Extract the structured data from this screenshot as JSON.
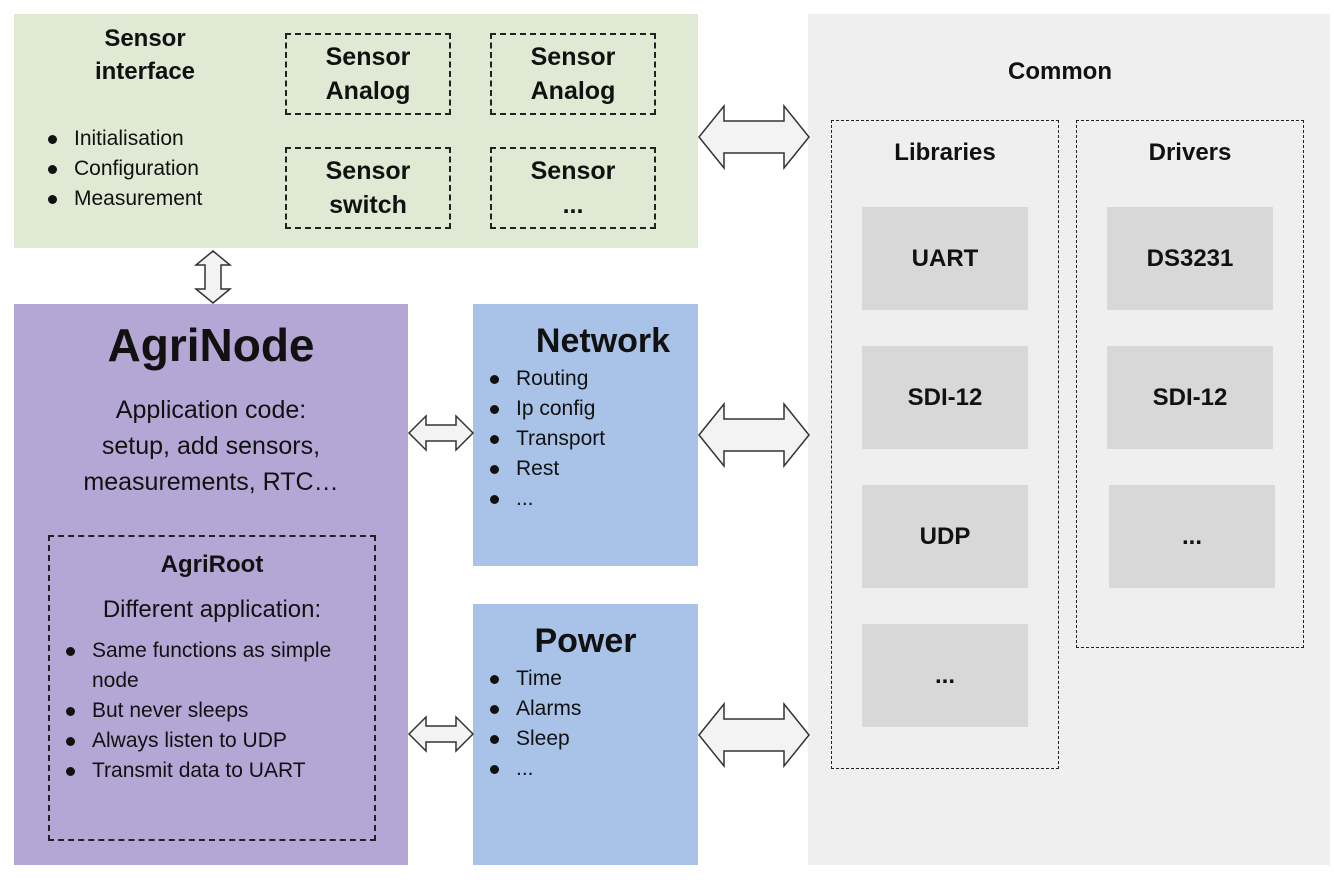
{
  "sensor_interface": {
    "title": "Sensor interface",
    "bullets": [
      "Initialisation",
      "Configuration",
      "Measurement"
    ],
    "boxes": [
      "Sensor\nAnalog",
      "Sensor\nAnalog",
      "Sensor\nswitch",
      "Sensor\n..."
    ]
  },
  "agrinode": {
    "title": "AgriNode",
    "description": "Application code:\nsetup, add sensors,\nmeasurements, RTC…",
    "agriroot": {
      "title": "AgriRoot",
      "subtitle": "Different application:",
      "bullets": [
        "Same functions as simple node",
        "But never sleeps",
        "Always listen to UDP",
        "Transmit data to UART"
      ]
    }
  },
  "network": {
    "title": "Network",
    "bullets": [
      "Routing",
      "Ip config",
      "Transport",
      "Rest",
      "..."
    ]
  },
  "power": {
    "title": "Power",
    "bullets": [
      "Time",
      "Alarms",
      "Sleep",
      "..."
    ]
  },
  "common": {
    "title": "Common",
    "libraries": {
      "title": "Libraries",
      "items": [
        "UART",
        "SDI-12",
        "UDP",
        "..."
      ]
    },
    "drivers": {
      "title": "Drivers",
      "items": [
        "DS3231",
        "SDI-12",
        "..."
      ]
    }
  },
  "colors": {
    "sensor_bg": "#dfe9d3",
    "agrinode_bg": "#b4a7d6",
    "blue_bg": "#a9c3e8",
    "common_bg": "#efefef",
    "box_bg": "#d8d8d8"
  }
}
